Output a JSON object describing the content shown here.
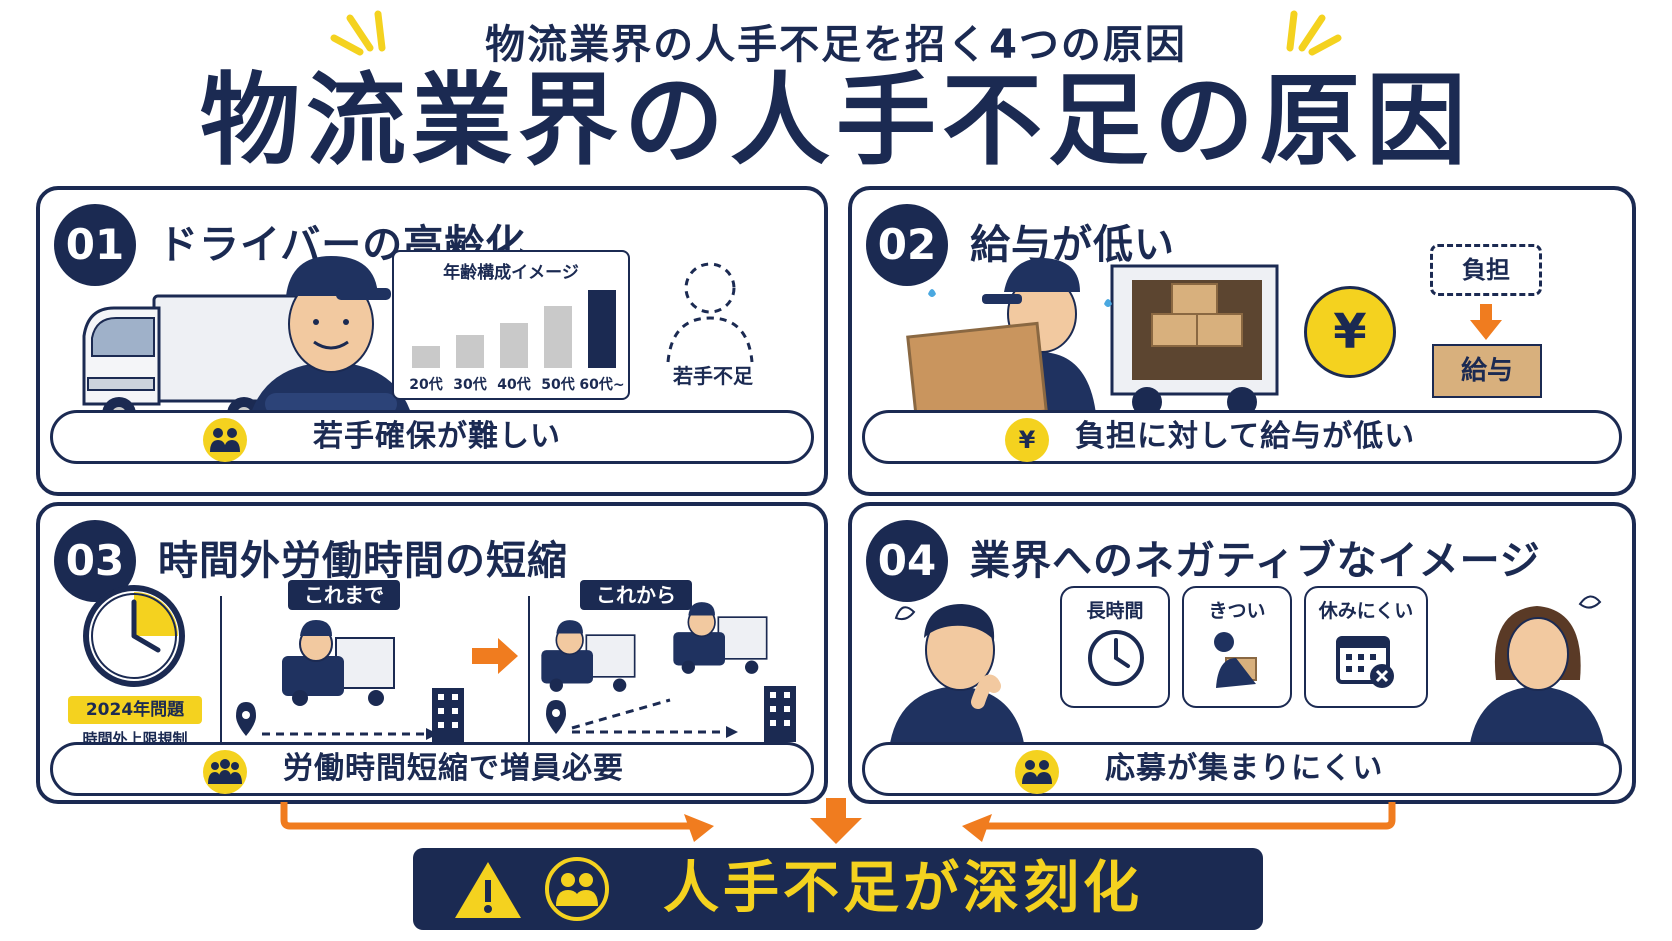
{
  "header": {
    "subtitle": "物流業界の人手不足を招く4つの原因",
    "title": "物流業界の人手不足の原因"
  },
  "colors": {
    "navy": "#1b2a52",
    "yellow": "#f4d21f",
    "orange": "#f07c1f",
    "tan": "#d8b07d",
    "gray": "#c9c9c9"
  },
  "panels": [
    {
      "number": "01",
      "title": "ドライバーの高齢化",
      "chart_title": "年齢構成イメージ",
      "side_label": "若手不足",
      "footer": "若手確保が難しい"
    },
    {
      "number": "02",
      "title": "給与が低い",
      "yen": "¥",
      "burden_label": "負担",
      "salary_label": "給与",
      "footer": "負担に対して給与が低い"
    },
    {
      "number": "03",
      "title": "時間外労働時間の短縮",
      "before_label": "これまで",
      "after_label": "これから",
      "badge": "2024年問題",
      "badge_sub": "時間外上限規制",
      "footer": "労働時間短縮で増員必要"
    },
    {
      "number": "04",
      "title": "業界へのネガティブなイメージ",
      "cards": [
        "長時間",
        "きつい",
        "休みにくい"
      ],
      "footer": "応募が集まりにくい"
    }
  ],
  "result": {
    "text": "人手不足が深刻化"
  },
  "chart_data": {
    "type": "bar",
    "title": "年齢構成イメージ",
    "categories": [
      "20代",
      "30代",
      "40代",
      "50代",
      "60代~"
    ],
    "values": [
      1,
      1.5,
      2,
      2.8,
      3.5
    ],
    "highlight": "60代~",
    "xlabel": "",
    "ylabel": ""
  }
}
